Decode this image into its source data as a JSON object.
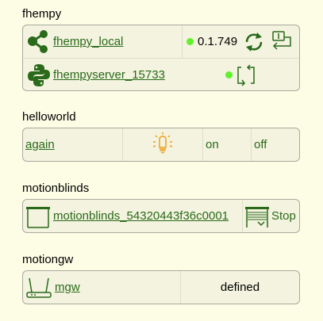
{
  "groups": [
    {
      "title": "fhempy",
      "rows": [
        {
          "link": "fhempy_local",
          "version": "0.1.749",
          "icon": "share-network-icon"
        },
        {
          "link": "fhempyserver_15733",
          "icon": "python-logo-icon"
        }
      ]
    },
    {
      "title": "helloworld",
      "cells": {
        "link": "again",
        "on": "on",
        "off": "off"
      }
    },
    {
      "title": "motionblinds",
      "cells": {
        "link": "motionblinds_54320443f36c0001",
        "stop": "Stop"
      }
    },
    {
      "title": "motiongw",
      "cells": {
        "link": "mgw",
        "state": "defined"
      }
    }
  ],
  "colors": {
    "background": "#fdfde6",
    "panel": "#f3f3df",
    "link": "#2a6a1a",
    "status_dot": "#5ff22a",
    "bulb": "#f0a020"
  }
}
